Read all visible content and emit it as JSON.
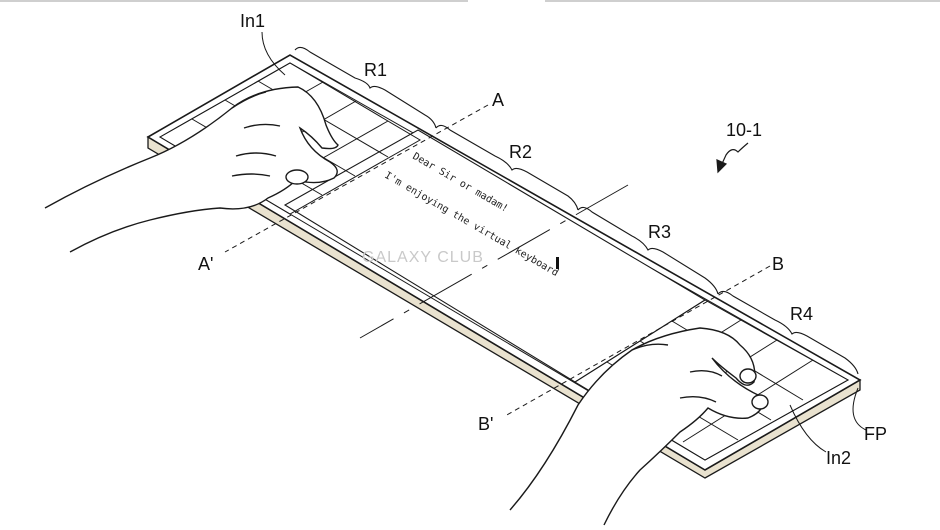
{
  "labels": {
    "in1": "In1",
    "r1": "R1",
    "r2": "R2",
    "r3": "R3",
    "r4": "R4",
    "a": "A",
    "a_prime": "A'",
    "b": "B",
    "b_prime": "B'",
    "ref": "10-1",
    "fp": "FP",
    "in2": "In2"
  },
  "screen_text": {
    "line1": "Dear Sir or madam!",
    "line2": "I'm enjoying the virtual keyboard"
  },
  "watermark": "GALAXY CLUB",
  "colors": {
    "line": "#1a1a1a",
    "edge_fill": "#e9e2cf"
  }
}
